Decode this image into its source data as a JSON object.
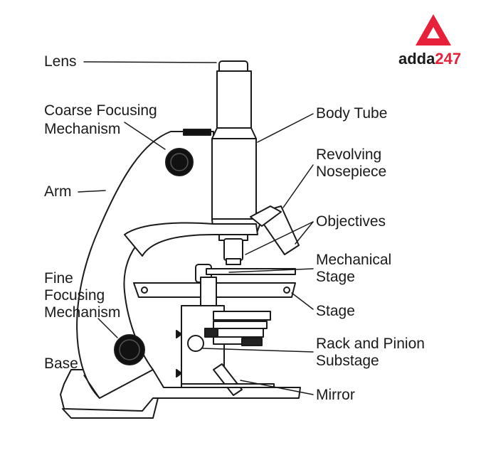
{
  "labels": {
    "lens": "Lens",
    "coarse_line1": "Coarse Focusing",
    "coarse_line2": "Mechanism",
    "arm": "Arm",
    "fine_line1": "Fine",
    "fine_line2": "Focusing",
    "fine_line3": "Mechanism",
    "base": "Base",
    "body_tube": "Body Tube",
    "revolving_line1": "Revolving",
    "revolving_line2": "Nosepiece",
    "objectives": "Objectives",
    "mechanical_line1": "Mechanical",
    "mechanical_line2": "Stage",
    "stage": "Stage",
    "rack_line1": "Rack and Pinion",
    "rack_line2": "Substage",
    "mirror": "Mirror"
  },
  "logo": {
    "brand": "adda",
    "number": "247"
  },
  "colors": {
    "stroke": "#1a1a1a",
    "fill": "#ffffff",
    "knob": "#111111",
    "logo_red": "#e8213a"
  }
}
